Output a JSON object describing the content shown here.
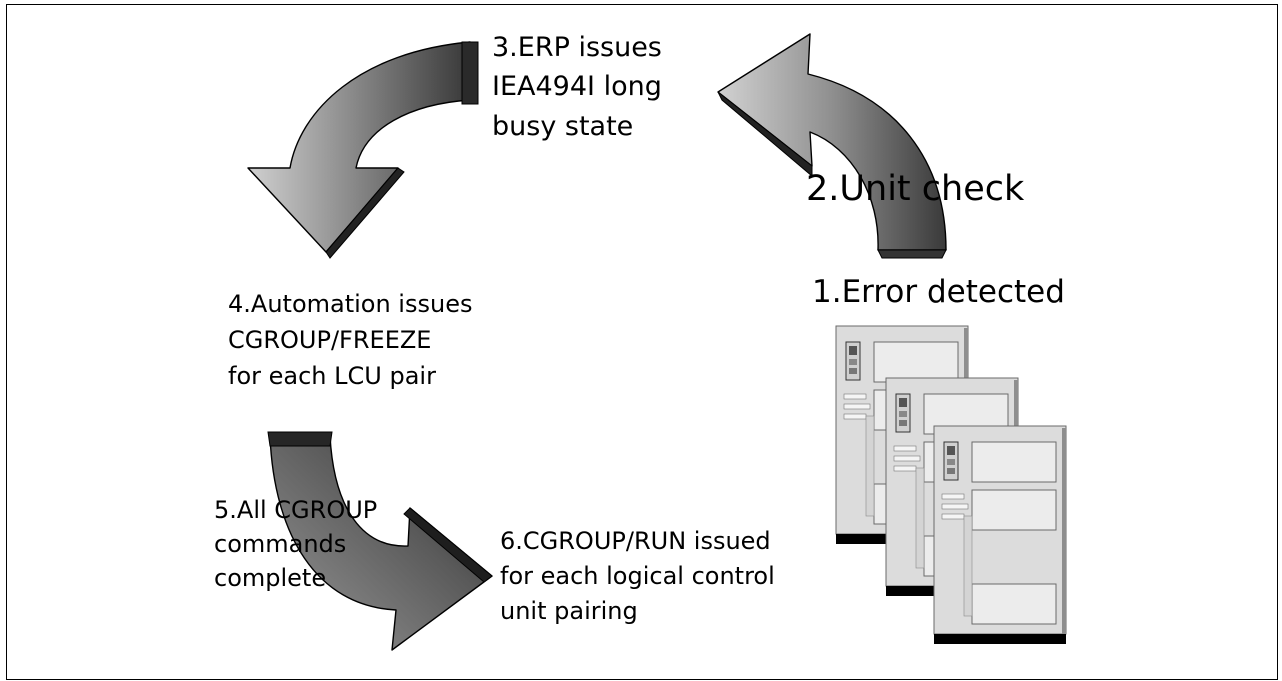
{
  "labels": {
    "step3": "3.ERP issues\nIEA494I long\nbusy state",
    "step2": "2.Unit check",
    "step1": "1.Error detected",
    "step4": "4.Automation issues\nCGROUP/FREEZE\nfor each LCU pair",
    "step5": "5.All CGROUP\ncommands\ncomplete",
    "step6": "6.CGROUP/RUN issued\nfor each logical control\nunit pairing"
  },
  "colors": {
    "arrow_light": "#a4a4a4",
    "arrow_dark": "#3c3c3c",
    "cabinet_body": "#dcdcdc",
    "cabinet_shadow": "#8e8e8e",
    "cabinet_base": "#000000"
  },
  "icons": [
    "curved-arrow",
    "storage-cabinet"
  ]
}
